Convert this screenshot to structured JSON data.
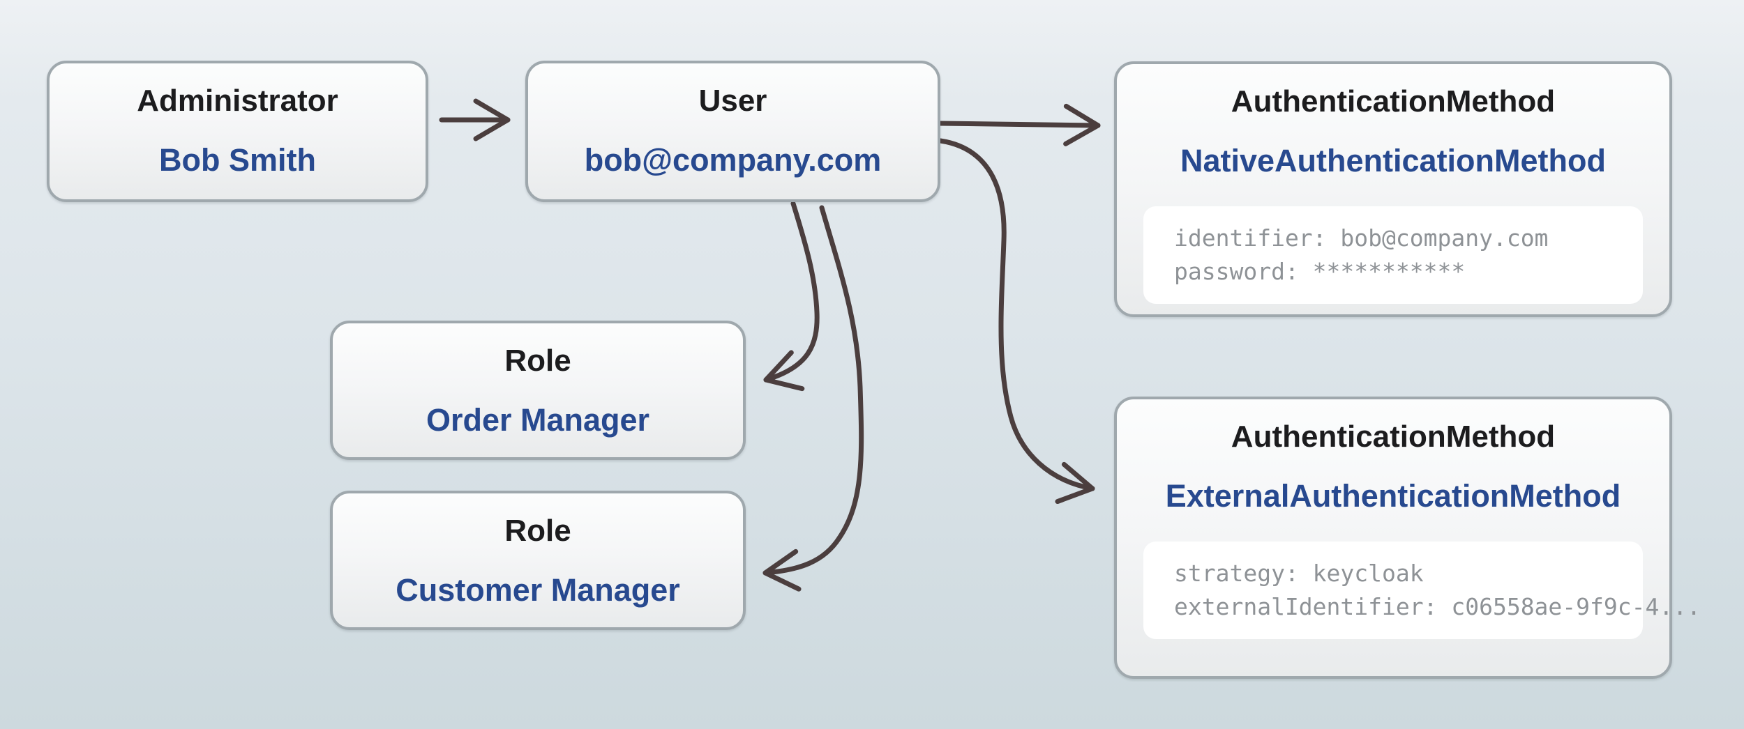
{
  "diagram": {
    "colors": {
      "background_top": "#eef1f4",
      "background_bottom": "#cdd9de",
      "node_border": "#9fa8ad",
      "node_fill": "#f5f6f7",
      "title_text": "#1c1c1e",
      "value_text": "#27498f",
      "attribute_text": "#8e9296",
      "arrow": "#4b3e3e"
    },
    "nodes": {
      "administrator": {
        "type": "Administrator",
        "value": "Bob Smith"
      },
      "user": {
        "type": "User",
        "value": "bob@company.com"
      },
      "native_auth": {
        "type": "AuthenticationMethod",
        "value": "NativeAuthenticationMethod",
        "attributes": [
          "identifier: bob@company.com",
          "password: ***********"
        ]
      },
      "external_auth": {
        "type": "AuthenticationMethod",
        "value": "ExternalAuthenticationMethod",
        "attributes": [
          "strategy: keycloak",
          "externalIdentifier: c06558ae-9f9c-4..."
        ]
      },
      "role_order": {
        "type": "Role",
        "value": "Order Manager"
      },
      "role_customer": {
        "type": "Role",
        "value": "Customer Manager"
      }
    },
    "edges": [
      {
        "from": "administrator",
        "to": "user"
      },
      {
        "from": "user",
        "to": "native_auth"
      },
      {
        "from": "user",
        "to": "external_auth"
      },
      {
        "from": "user",
        "to": "role_order"
      },
      {
        "from": "user",
        "to": "role_customer"
      }
    ]
  }
}
